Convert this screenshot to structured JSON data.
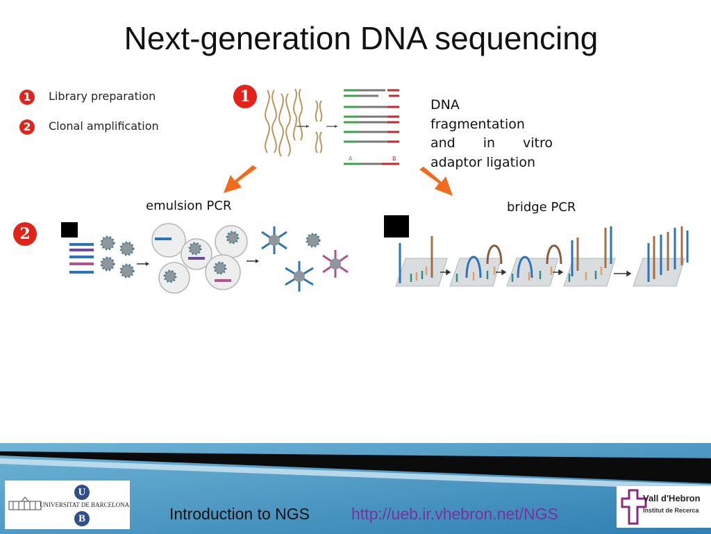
{
  "slide": {
    "title": "Next-generation DNA sequencing",
    "legend": [
      {
        "number": "1",
        "label": "Library preparation"
      },
      {
        "number": "2",
        "label": "Clonal amplification"
      }
    ],
    "step1_marker": "1",
    "step2_marker": "2",
    "description_lines": [
      "DNA",
      "fragmentation",
      [
        "and",
        "in",
        "vitro"
      ],
      "adaptor ligation"
    ],
    "adaptor_labels": {
      "left": "A",
      "right": "B"
    },
    "emulsion_label": "emulsion PCR",
    "bridge_label": "bridge PCR",
    "colors": {
      "accent_red": "#e2231a",
      "arrow_orange": "#f26a1b",
      "footer_blue": "#3f8fc0",
      "footer_link": "#7b2fa0"
    }
  },
  "footer": {
    "left_logo_text": "UNIVERSITAT DE BARCELONA",
    "left_logo_letters": [
      "U",
      "B"
    ],
    "course": "Introduction to NGS",
    "url": "http://ueb.ir.vhebron.net/NGS",
    "right_logo_name": "Vall d'Hebron",
    "right_logo_sub": "Institut de Recerca"
  }
}
